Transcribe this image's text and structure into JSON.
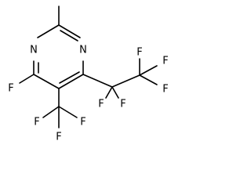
{
  "molecule": {
    "atom_labels": {
      "n1": "N",
      "n3": "N",
      "f_ring": "F",
      "f_a": "F",
      "f_b": "F",
      "f_c": "F",
      "f_d": "F",
      "f_e": "F",
      "f_f": "F",
      "f_g": "F",
      "f_h": "F"
    }
  }
}
